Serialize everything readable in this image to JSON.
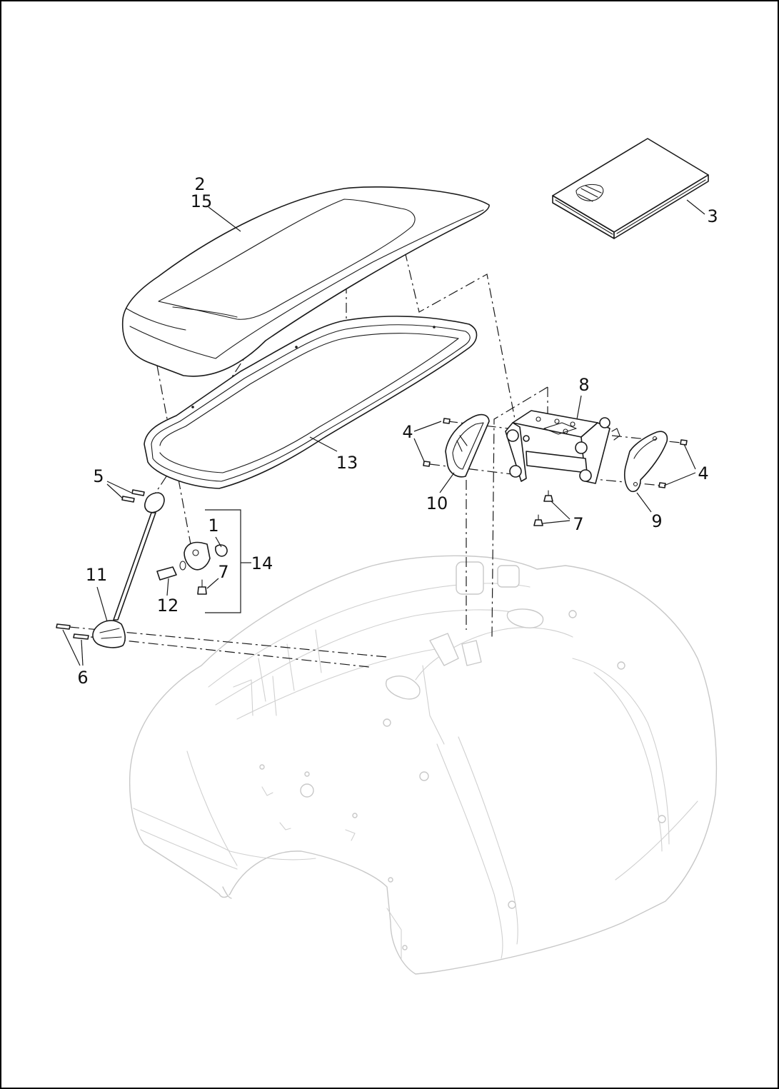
{
  "callouts": [
    {
      "id": "c2",
      "text": "2"
    },
    {
      "id": "c15",
      "text": "15"
    },
    {
      "id": "c3",
      "text": "3"
    },
    {
      "id": "c13",
      "text": "13"
    },
    {
      "id": "c8",
      "text": "8"
    },
    {
      "id": "c4a",
      "text": "4"
    },
    {
      "id": "c4b",
      "text": "4"
    },
    {
      "id": "c10",
      "text": "10"
    },
    {
      "id": "c9",
      "text": "9"
    },
    {
      "id": "c7a",
      "text": "7"
    },
    {
      "id": "c5",
      "text": "5"
    },
    {
      "id": "c1",
      "text": "1"
    },
    {
      "id": "c14",
      "text": "14"
    },
    {
      "id": "c7b",
      "text": "7"
    },
    {
      "id": "c11",
      "text": "11"
    },
    {
      "id": "c12",
      "text": "12"
    },
    {
      "id": "c6",
      "text": "6"
    }
  ],
  "colors": {
    "line": "#1a1a1a",
    "ghost": "#c8c8c8",
    "frame": "#000000"
  }
}
